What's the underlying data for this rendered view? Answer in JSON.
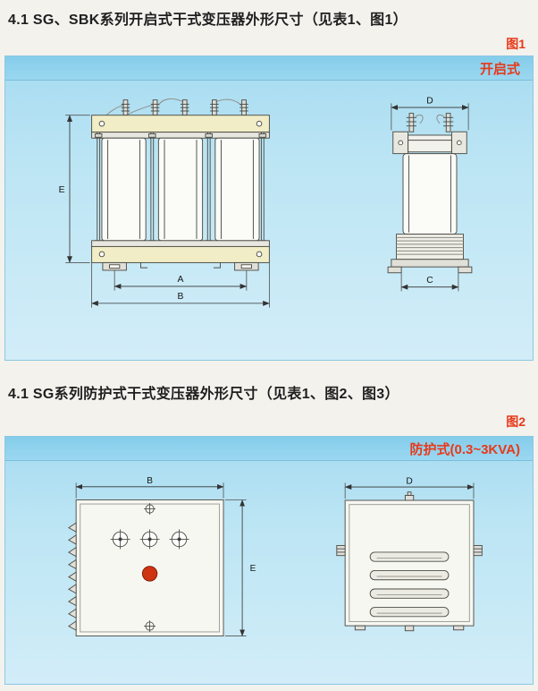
{
  "page": {
    "heading1": "4.1 SG、SBK系列开启式干式变压器外形尺寸（见表1、图1）",
    "figure1_label": "图1",
    "heading2": "4.1 SG系列防护式干式变压器外形尺寸（见表1、图2、图3）",
    "figure2_label": "图2"
  },
  "panel1": {
    "title": "开启式",
    "dim_labels": {
      "A": "A",
      "B": "B",
      "C": "C",
      "D": "D",
      "E": "E"
    }
  },
  "panel2": {
    "title": "防护式(0.3~3KVA)",
    "dim_labels": {
      "B": "B",
      "D": "D",
      "E": "E"
    }
  },
  "colors": {
    "accent_red": "#e8391a",
    "panel_blue": "#aadcf0",
    "header_blue": "#8fd2ec",
    "clamp_yellow": "#f1edc6",
    "terminal_red": "#ce3312",
    "line_gray": "#4d4d46"
  }
}
